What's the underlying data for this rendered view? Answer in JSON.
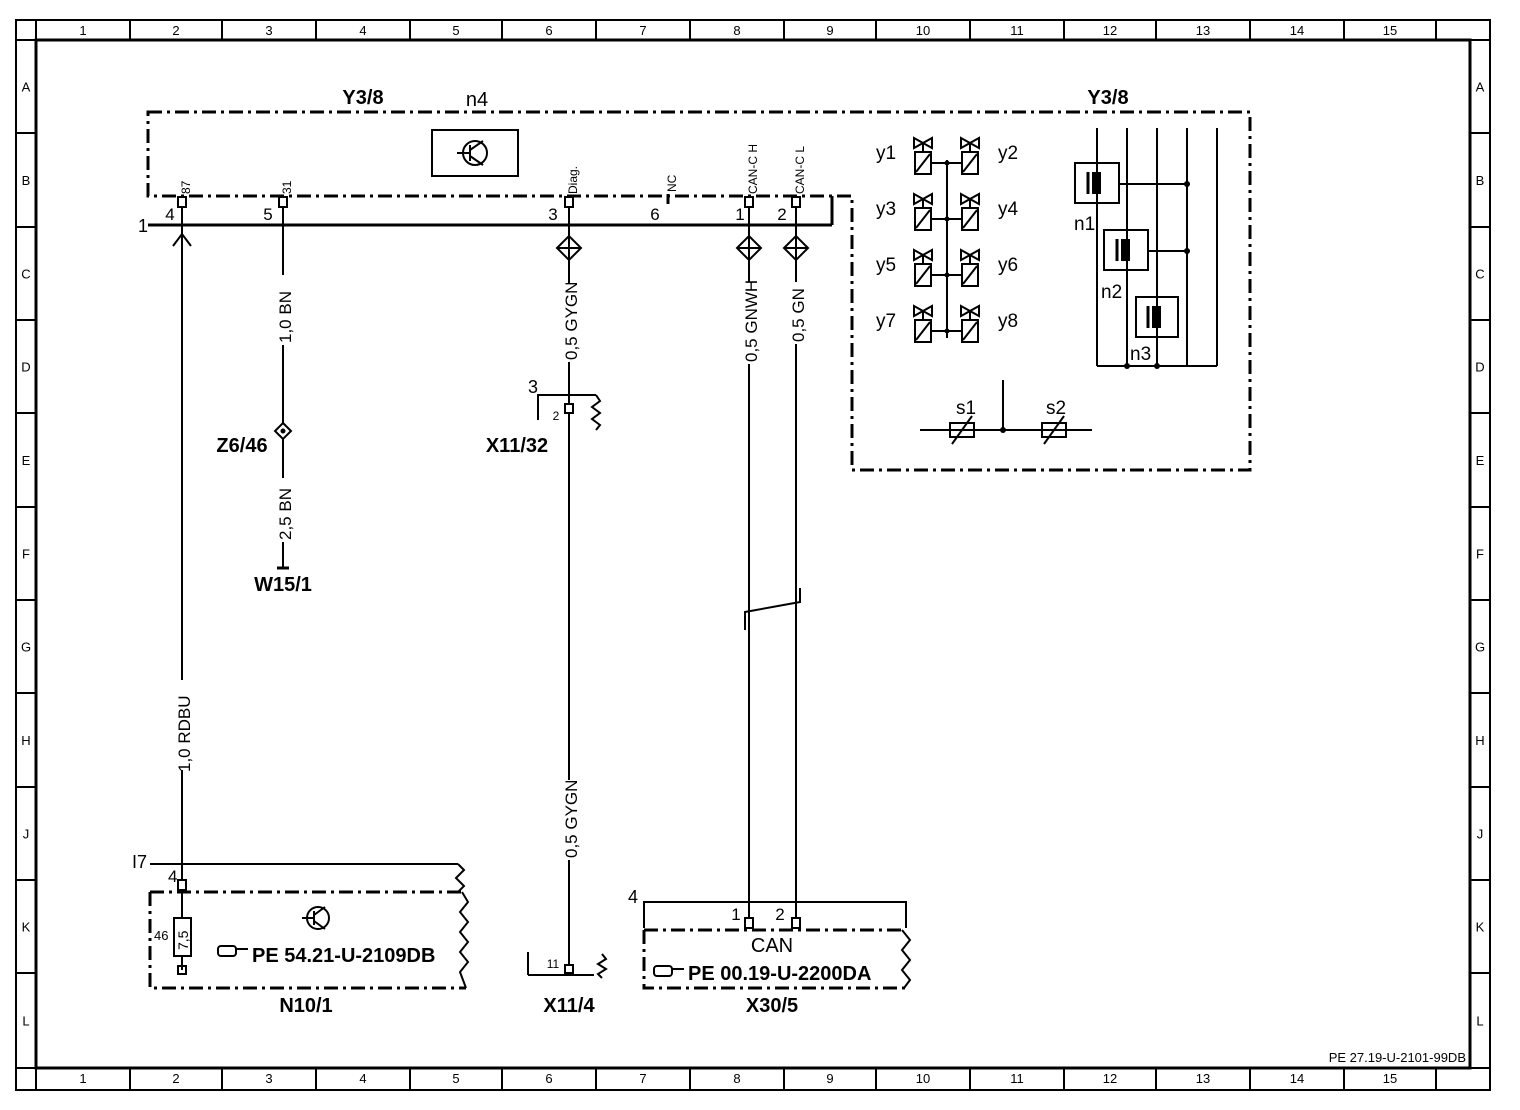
{
  "frame": {
    "columns": [
      "1",
      "2",
      "3",
      "4",
      "5",
      "6",
      "7",
      "8",
      "9",
      "10",
      "11",
      "12",
      "13",
      "14",
      "15"
    ],
    "rows": [
      "A",
      "B",
      "C",
      "D",
      "E",
      "F",
      "G",
      "H",
      "J",
      "K",
      "L"
    ],
    "doc_id": "PE 27.19-U-2101-99DB"
  },
  "y3_8": {
    "title_left": "Y3/8",
    "title_right": "Y3/8",
    "n4": "n4",
    "conn_number": "1",
    "pins": [
      {
        "num": "4",
        "name": "87"
      },
      {
        "num": "5",
        "name": "31"
      },
      {
        "num": "3",
        "name": "Diag."
      },
      {
        "num": "6",
        "name": "NC"
      },
      {
        "num": "1",
        "name": "CAN-C H"
      },
      {
        "num": "2",
        "name": "CAN-C L"
      }
    ],
    "valves": [
      "y1",
      "y2",
      "y3",
      "y4",
      "y5",
      "y6",
      "y7",
      "y8"
    ],
    "sensors": [
      "n1",
      "n2",
      "n3"
    ],
    "switches": [
      "s1",
      "s2"
    ]
  },
  "wires": {
    "w1": "1,0 RDBU",
    "w2": "1,0 BN",
    "w3": "2,5 BN",
    "w4": "0,5 GYGN",
    "w5": "0,5 GYGN",
    "w6": "0,5 GNWH",
    "w7": "0,5 GN"
  },
  "components": {
    "z6_46": "Z6/46",
    "w15_1": "W15/1",
    "x11_32": {
      "label": "X11/32",
      "conn": "3",
      "pin": "2"
    },
    "x11_4": {
      "label": "X11/4",
      "pin": "11"
    },
    "n10_1": {
      "label": "N10/1",
      "conn": "I7",
      "pin": "4",
      "fuse_no": "46",
      "fuse_val": "7,5",
      "ref": "PE 54.21-U-2109DB"
    },
    "x30_5": {
      "label": "X30/5",
      "conn": "4",
      "pin1": "1",
      "pin2": "2",
      "bus": "CAN",
      "ref": "PE 00.19-U-2200DA"
    }
  },
  "icons": [
    "transistor-icon",
    "pointing-hand-icon"
  ]
}
